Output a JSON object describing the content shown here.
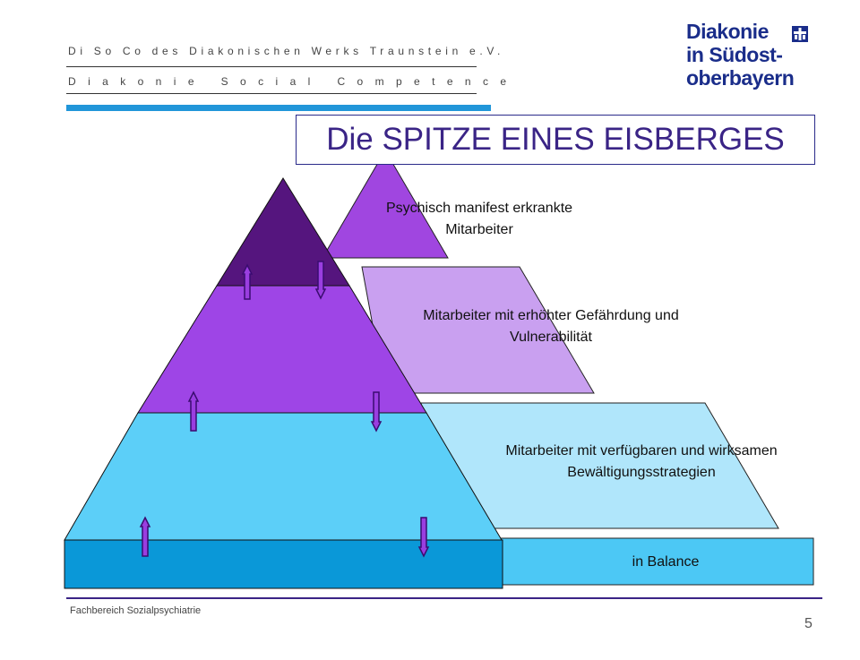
{
  "header": {
    "line1": "Di So Co des Diakonischen Werks Traunstein e.V.",
    "line2": "Diakonie Social Competence"
  },
  "logo": {
    "line1": "Diakonie",
    "line2": "in Südost-",
    "line3": "oberbayern",
    "mark_icon": "diakonie-cross-icon",
    "color": "#1a2d8a"
  },
  "title": "Die SPITZE EINES EISBERGES",
  "levels": [
    {
      "label_line1": "Psychisch manifest erkrankte",
      "label_line2": "Mitarbeiter",
      "color": "#a046e0"
    },
    {
      "label_line1": "Mitarbeiter mit erhöhter Gefährdung und",
      "label_line2": "Vulnerabilität",
      "color": "#c9a0f0"
    },
    {
      "label_line1": "Mitarbeiter mit verfügbaren und wirksamen",
      "label_line2": "Bewältigungsstrategien",
      "color": "#b0e6fb"
    },
    {
      "label_line1": "in Balance",
      "label_line2": "",
      "color": "#4cc8f5"
    }
  ],
  "footer": {
    "department": "Fachbereich Sozialpsychiatrie",
    "page_number": "5"
  }
}
